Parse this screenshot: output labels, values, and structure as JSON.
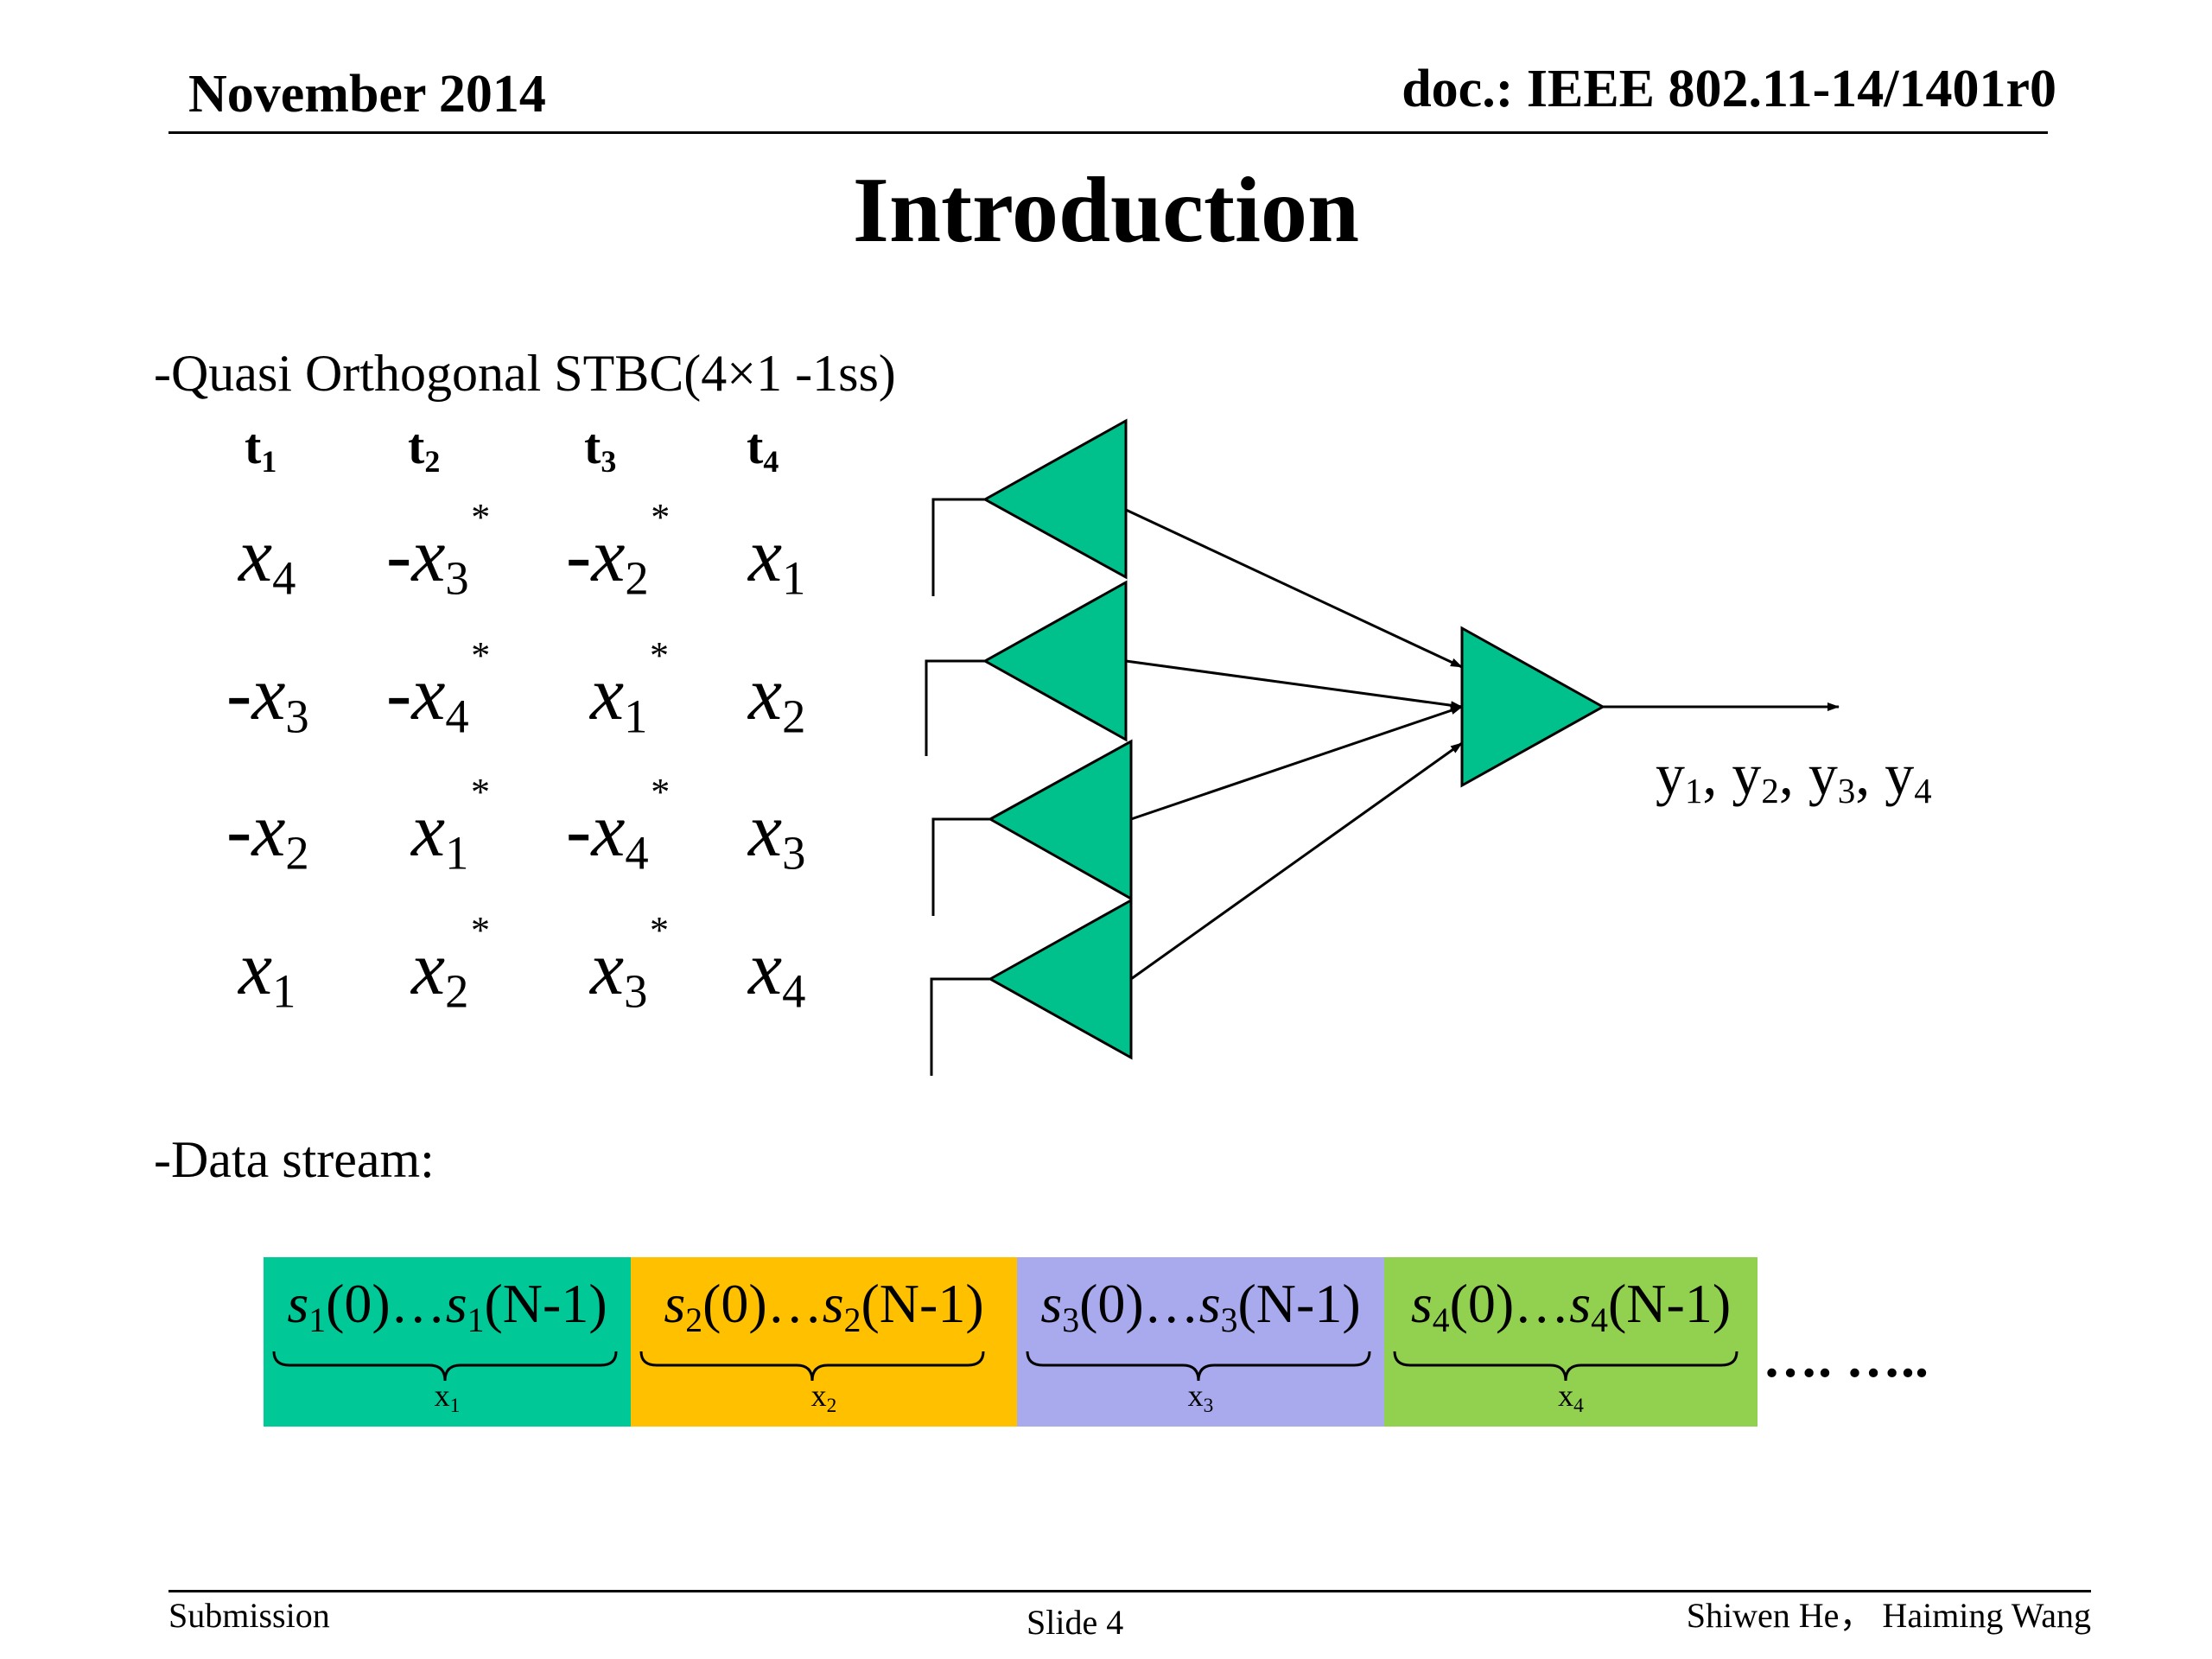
{
  "header": {
    "date": "November 2014",
    "doc": "doc.: IEEE 802.11-14/1401r0"
  },
  "title": "Introduction",
  "stbc_heading": "-Quasi Orthogonal STBC(4×1 -1ss)",
  "time_slots": [
    {
      "base": "t",
      "sub": "1"
    },
    {
      "base": "t",
      "sub": "2"
    },
    {
      "base": "t",
      "sub": "3"
    },
    {
      "base": "t",
      "sub": "4"
    }
  ],
  "matrix": [
    [
      {
        "neg": "",
        "var": "x",
        "sub": "4",
        "conj": ""
      },
      {
        "neg": "-",
        "var": "x",
        "sub": "3",
        "conj": "*"
      },
      {
        "neg": "-",
        "var": "x",
        "sub": "2",
        "conj": "*"
      },
      {
        "neg": "",
        "var": "x",
        "sub": "1",
        "conj": ""
      }
    ],
    [
      {
        "neg": "-",
        "var": "x",
        "sub": "3",
        "conj": ""
      },
      {
        "neg": "-",
        "var": "x",
        "sub": "4",
        "conj": "*"
      },
      {
        "neg": "",
        "var": "x",
        "sub": "1",
        "conj": "*"
      },
      {
        "neg": "",
        "var": "x",
        "sub": "2",
        "conj": ""
      }
    ],
    [
      {
        "neg": "-",
        "var": "x",
        "sub": "2",
        "conj": ""
      },
      {
        "neg": "",
        "var": "x",
        "sub": "1",
        "conj": "*"
      },
      {
        "neg": "-",
        "var": "x",
        "sub": "4",
        "conj": "*"
      },
      {
        "neg": "",
        "var": "x",
        "sub": "3",
        "conj": ""
      }
    ],
    [
      {
        "neg": "",
        "var": "x",
        "sub": "1",
        "conj": ""
      },
      {
        "neg": "",
        "var": "x",
        "sub": "2",
        "conj": "*"
      },
      {
        "neg": "",
        "var": "x",
        "sub": "3",
        "conj": "*"
      },
      {
        "neg": "",
        "var": "x",
        "sub": "4",
        "conj": ""
      }
    ]
  ],
  "receiver_output": {
    "items": [
      {
        "base": "y",
        "sub": "1"
      },
      {
        "base": "y",
        "sub": "2"
      },
      {
        "base": "y",
        "sub": "3"
      },
      {
        "base": "y",
        "sub": "4"
      }
    ],
    "separator": ", "
  },
  "antenna_color": "#00C08B",
  "data_stream_heading": "-Data stream:",
  "stream_blocks": [
    {
      "color": "#00C896",
      "idx": "1",
      "open": "(0)…",
      "close": "(N-1)",
      "sym": "s",
      "label_base": "x",
      "label_sub": "1"
    },
    {
      "color": "#FFC000",
      "idx": "2",
      "open": "(0)…",
      "close": "(N-1)",
      "sym": "s",
      "label_base": "x",
      "label_sub": "2"
    },
    {
      "color": "#A9A9EE",
      "idx": "3",
      "open": "(0)…",
      "close": "(N-1)",
      "sym": "s",
      "label_base": "x",
      "label_sub": "3"
    },
    {
      "color": "#92D050",
      "idx": "4",
      "open": "(0)…",
      "close": "(N-1)",
      "sym": "s",
      "label_base": "x",
      "label_sub": "4"
    }
  ],
  "stream_ellipsis": "…. …..",
  "footer": {
    "left": "Submission",
    "center": "Slide 4",
    "right": "Shiwen He， Haiming Wang"
  }
}
